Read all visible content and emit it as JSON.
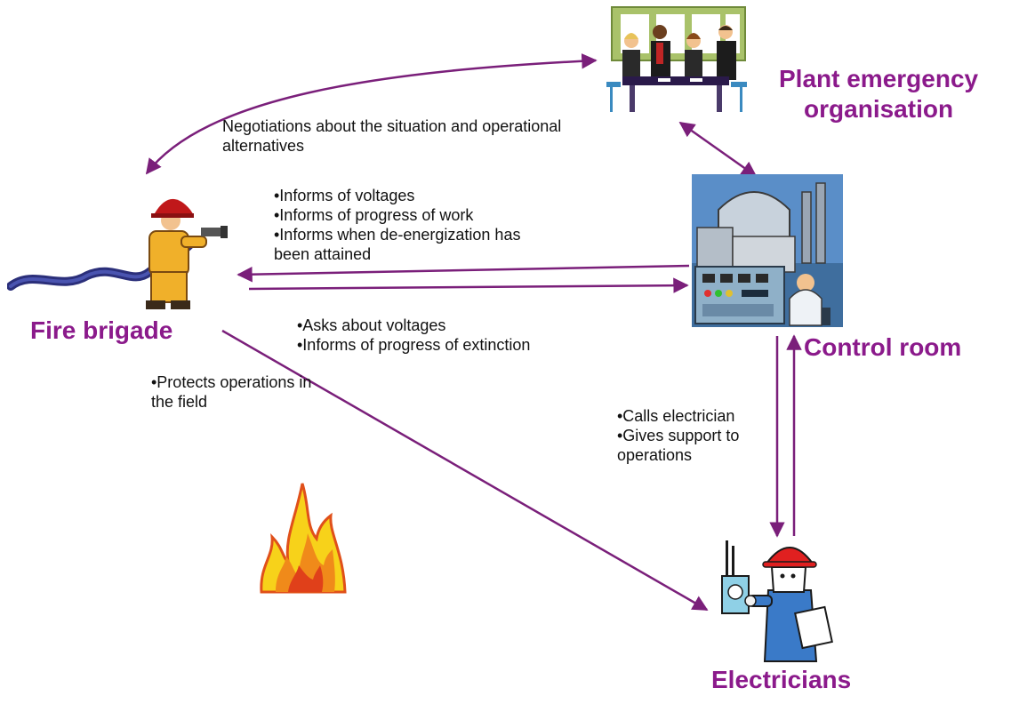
{
  "nodes": {
    "plant_emergency": {
      "line1": "Plant emergency",
      "line2": "organisation"
    },
    "fire_brigade": {
      "label": "Fire brigade"
    },
    "control_room": {
      "label": "Control room"
    },
    "electricians": {
      "label": "Electricians"
    }
  },
  "notes": {
    "negotiations": {
      "line1": "Negotiations about  the situation and  operational",
      "line2": "alternatives"
    },
    "control_to_fire": [
      "•Informs of voltages",
      "•Informs of  progress of work",
      "•Informs when de-energization has",
      "been attained"
    ],
    "fire_to_control": [
      "•Asks about voltages",
      "•Informs of progress of extinction"
    ],
    "fire_to_electricians": [
      "•Protects operations in",
      "the field"
    ],
    "control_to_electricians": [
      "•Calls electrician",
      "•Gives support to",
      "operations"
    ]
  },
  "colors": {
    "arrow": "#7a1f7a",
    "label": "#8b1a8b"
  },
  "icons": {
    "meeting": "meeting-people-icon",
    "firefighter": "firefighter-icon",
    "plant": "power-plant-control-room-icon",
    "flame": "flame-icon",
    "electrician": "electrician-icon"
  }
}
